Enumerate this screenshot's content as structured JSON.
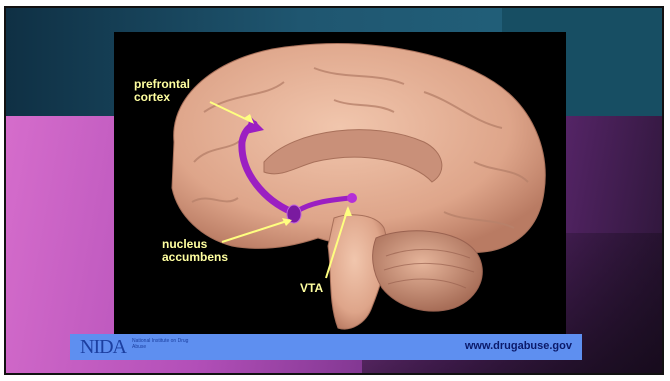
{
  "labels": {
    "prefrontal_cortex": "prefrontal\ncortex",
    "nucleus_accumbens": "nucleus\naccumbens",
    "vta": "VTA"
  },
  "footer": {
    "logo_text": "NIDA",
    "logo_subtext": "National Institute\non Drug Abuse",
    "url": "www.drugabuse.gov"
  },
  "colors": {
    "label_text": "#ffffa0",
    "pathway": "#9b1fc2",
    "brain": "#e0ac90",
    "footer_bar": "#5e8ff0"
  }
}
